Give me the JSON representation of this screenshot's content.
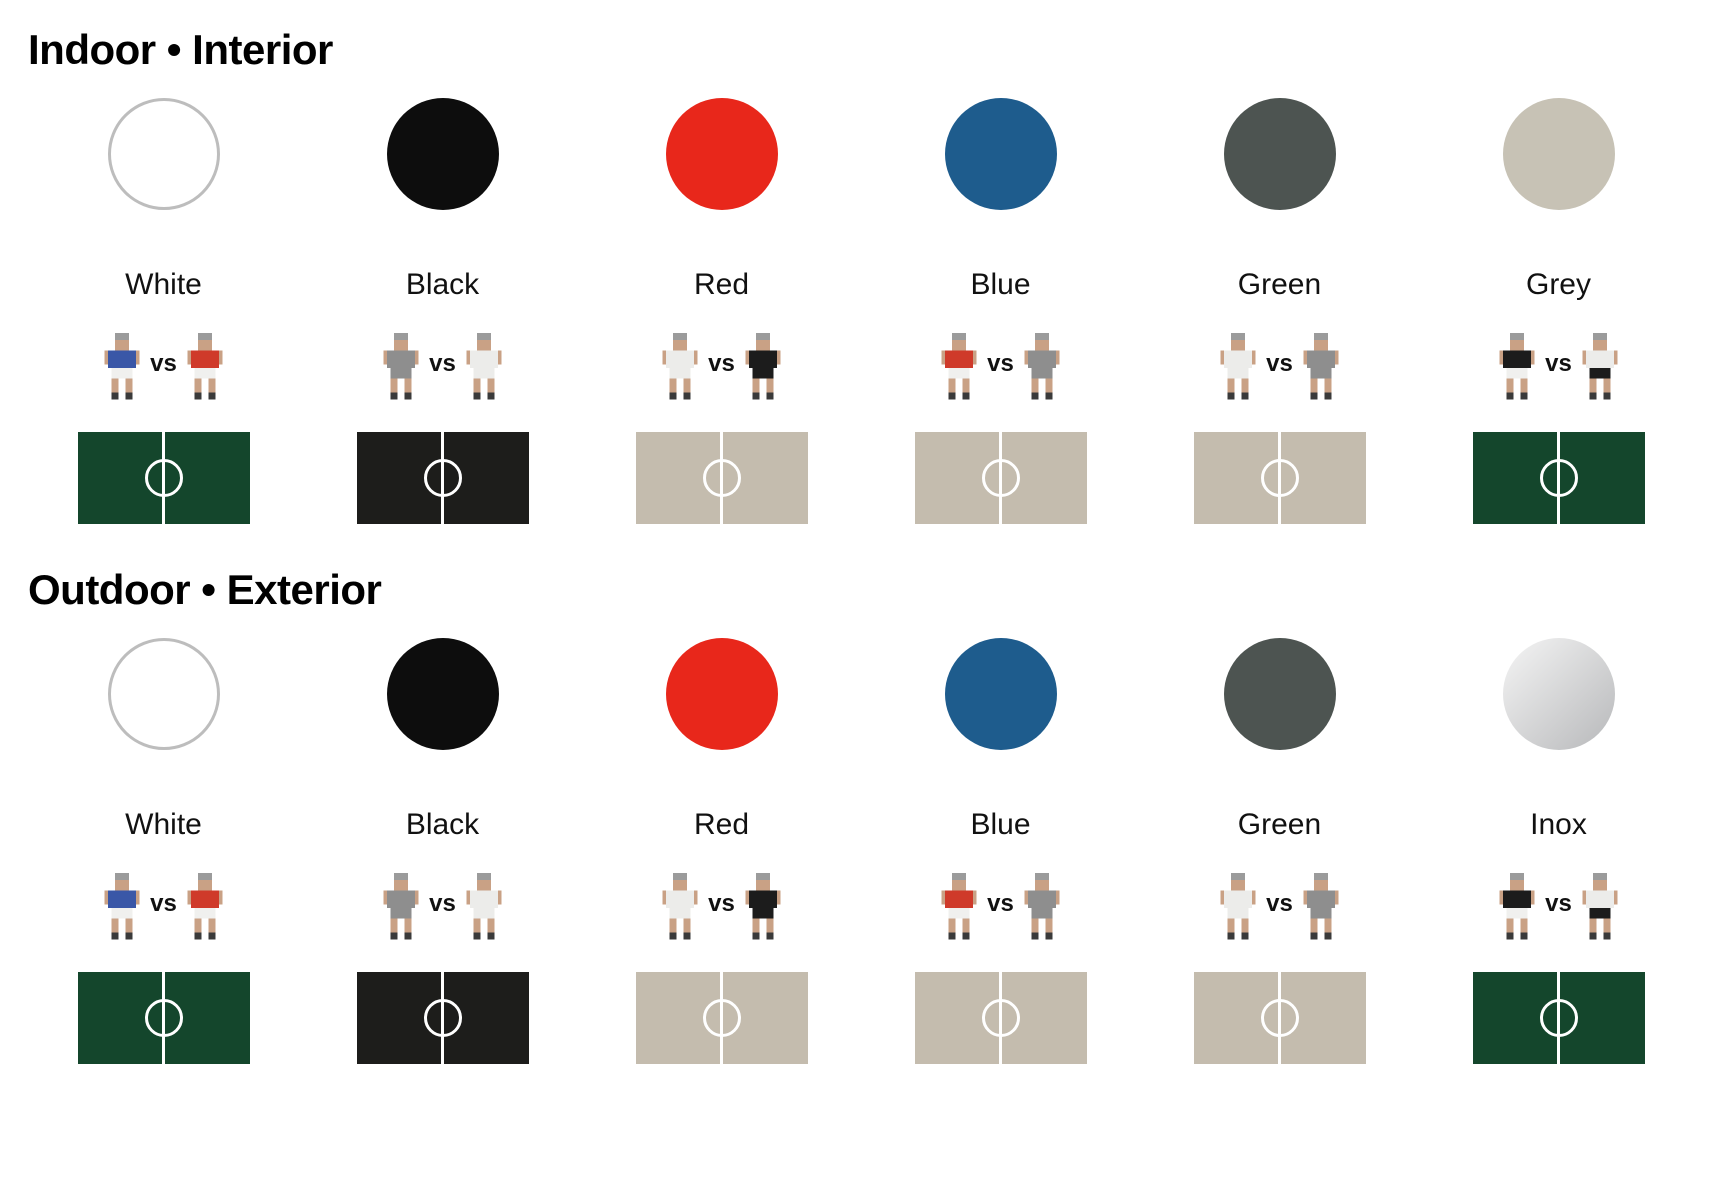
{
  "vs_label": "vs",
  "pitch_markings_color": "#ffffff",
  "sections": [
    {
      "id": "indoor",
      "title": "Indoor • Interior",
      "options": [
        {
          "label": "White",
          "swatch": {
            "fill": "#ffffff",
            "border": "#bdbdbd"
          },
          "pitch": "#14462c",
          "players": {
            "left": {
              "shirt": "#3a57a7",
              "shorts": "#f0f0ee"
            },
            "right": {
              "shirt": "#cf3a2a",
              "shorts": "#f0f0ee"
            }
          }
        },
        {
          "label": "Black",
          "swatch": {
            "fill": "#0d0d0d",
            "border": null
          },
          "pitch": "#1d1d1b",
          "players": {
            "left": {
              "shirt": "#8e8e8e",
              "shorts": "#8e8e8e"
            },
            "right": {
              "shirt": "#ececea",
              "shorts": "#ececea"
            }
          }
        },
        {
          "label": "Red",
          "swatch": {
            "fill": "#e8271b",
            "border": null
          },
          "pitch": "#c4bcae",
          "players": {
            "left": {
              "shirt": "#ececea",
              "shorts": "#ececea"
            },
            "right": {
              "shirt": "#1c1c1c",
              "shorts": "#1c1c1c"
            }
          }
        },
        {
          "label": "Blue",
          "swatch": {
            "fill": "#1e5c8d",
            "border": null
          },
          "pitch": "#c4bcae",
          "players": {
            "left": {
              "shirt": "#cf3a2a",
              "shorts": "#f0f0ee"
            },
            "right": {
              "shirt": "#8e8e8e",
              "shorts": "#8e8e8e"
            }
          }
        },
        {
          "label": "Green",
          "swatch": {
            "fill": "#4d5451",
            "border": null
          },
          "pitch": "#c4bcae",
          "players": {
            "left": {
              "shirt": "#ececea",
              "shorts": "#ececea"
            },
            "right": {
              "shirt": "#8e8e8e",
              "shorts": "#8e8e8e"
            }
          }
        },
        {
          "label": "Grey",
          "swatch": {
            "fill": "#c7c2b5",
            "border": null
          },
          "pitch": "#14462c",
          "players": {
            "left": {
              "shirt": "#1c1c1c",
              "shorts": "#f0f0ee"
            },
            "right": {
              "shirt": "#ececea",
              "shorts": "#1c1c1c"
            }
          }
        }
      ]
    },
    {
      "id": "outdoor",
      "title": "Outdoor • Exterior",
      "options": [
        {
          "label": "White",
          "swatch": {
            "fill": "#ffffff",
            "border": "#bdbdbd"
          },
          "pitch": "#14462c",
          "players": {
            "left": {
              "shirt": "#3a57a7",
              "shorts": "#f0f0ee"
            },
            "right": {
              "shirt": "#cf3a2a",
              "shorts": "#f0f0ee"
            }
          }
        },
        {
          "label": "Black",
          "swatch": {
            "fill": "#0d0d0d",
            "border": null
          },
          "pitch": "#1d1d1b",
          "players": {
            "left": {
              "shirt": "#8e8e8e",
              "shorts": "#8e8e8e"
            },
            "right": {
              "shirt": "#ececea",
              "shorts": "#ececea"
            }
          }
        },
        {
          "label": "Red",
          "swatch": {
            "fill": "#e8271b",
            "border": null
          },
          "pitch": "#c4bcae",
          "players": {
            "left": {
              "shirt": "#ececea",
              "shorts": "#ececea"
            },
            "right": {
              "shirt": "#1c1c1c",
              "shorts": "#1c1c1c"
            }
          }
        },
        {
          "label": "Blue",
          "swatch": {
            "fill": "#1e5c8d",
            "border": null
          },
          "pitch": "#c4bcae",
          "players": {
            "left": {
              "shirt": "#cf3a2a",
              "shorts": "#f0f0ee"
            },
            "right": {
              "shirt": "#8e8e8e",
              "shorts": "#8e8e8e"
            }
          }
        },
        {
          "label": "Green",
          "swatch": {
            "fill": "#4d5451",
            "border": null
          },
          "pitch": "#c4bcae",
          "players": {
            "left": {
              "shirt": "#ececea",
              "shorts": "#ececea"
            },
            "right": {
              "shirt": "#8e8e8e",
              "shorts": "#8e8e8e"
            }
          }
        },
        {
          "label": "Inox",
          "swatch": {
            "fill": "#d9dadb",
            "border": null,
            "gradient": [
              "#f5f5f5",
              "#b7b8ba"
            ]
          },
          "pitch": "#14462c",
          "players": {
            "left": {
              "shirt": "#1c1c1c",
              "shorts": "#f0f0ee"
            },
            "right": {
              "shirt": "#ececea",
              "shorts": "#1c1c1c"
            }
          }
        }
      ]
    }
  ]
}
